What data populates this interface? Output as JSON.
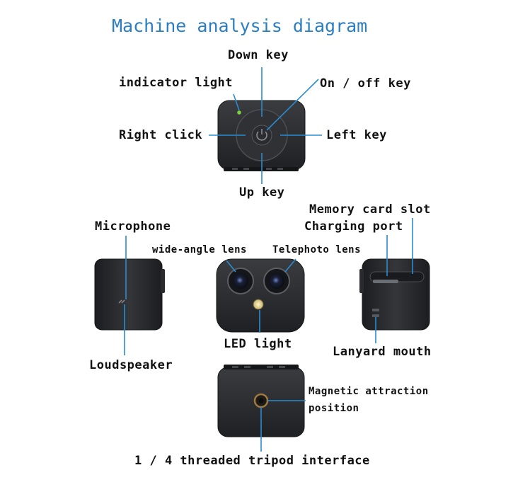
{
  "title": "Machine analysis diagram",
  "top_view": {
    "down_key": "Down key",
    "indicator_light": "indicator light",
    "on_off_key": "On / off key",
    "right_click": "Right click",
    "left_key": "Left key",
    "up_key": "Up key"
  },
  "side_view": {
    "microphone": "Microphone",
    "loudspeaker": "Loudspeaker"
  },
  "front_view": {
    "wide_angle_lens": "wide-angle lens",
    "telephoto_lens": "Telephoto lens",
    "led_light": "LED light"
  },
  "back_view": {
    "memory_card_slot": "Memory card slot",
    "charging_port": "Charging port",
    "lanyard_mouth": "Lanyard mouth"
  },
  "bottom_view": {
    "magnetic_line1": "Magnetic attraction",
    "magnetic_line2": "position",
    "tripod_interface": "1 / 4 threaded tripod interface"
  },
  "colors": {
    "title": "#2b7fc1",
    "pointer_line": "#2a8bd0",
    "device_body": "#2b2d30",
    "indicator_led": "#7bd13a"
  }
}
